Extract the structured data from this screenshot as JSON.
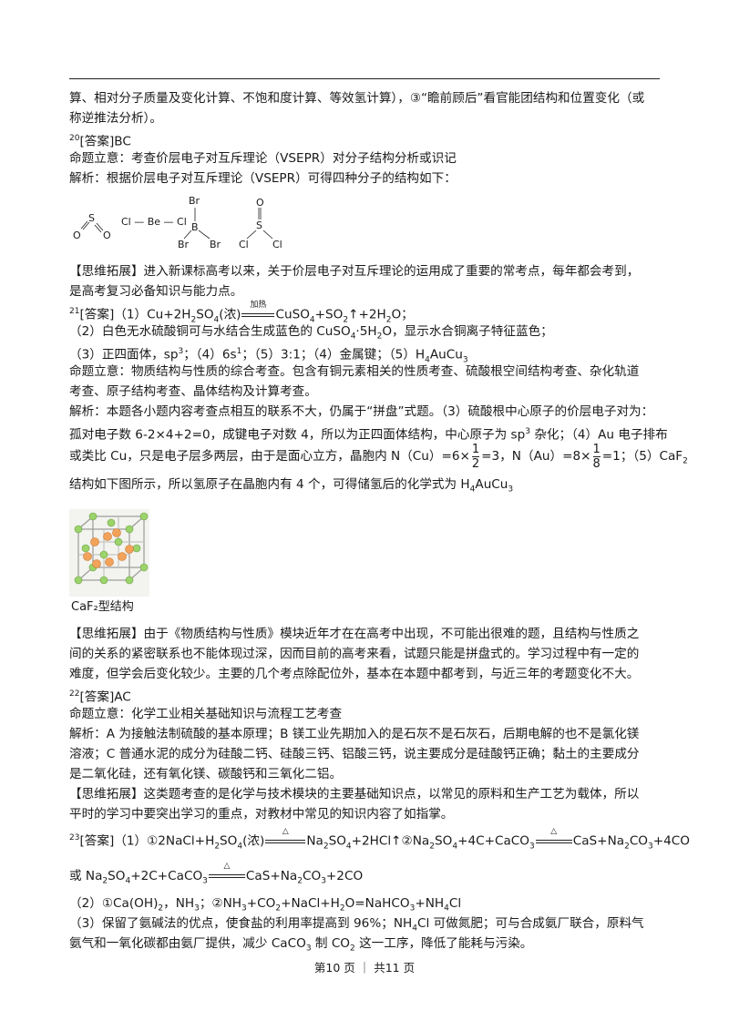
{
  "lines": {
    "l1": "算、相对分子质量及变化计算、不饱和度计算、等效氢计算），③“瞻前顾后”看官能团结构和位置变化（或",
    "l2": "称逆推法分析）。",
    "q20_num": "20",
    "q20_ans": "[答案]BC",
    "q20_intent": "命题立意：考查价层电子对互斥理论（VSEPR）对分子结构分析或识记",
    "q20_analysis": "解析：根据价层电子对互斥理论（VSEPR）可得四种分子的结构如下：",
    "q20_ext1": "【思维拓展】进入新课标高考以来，关于价层电子对互斥理论的运用成了重要的常考点，每年都会考到，",
    "q20_ext2": "是高考复习必备知识与能力点。",
    "q21_num": "21",
    "q21_ans_a": "[答案]（1）Cu+2H",
    "q21_ans_b": "SO",
    "q21_ans_c": "(浓)",
    "q21_heat": "加热",
    "q21_ans_d": "CuSO",
    "q21_ans_e": "+SO",
    "q21_ans_f": "↑+2H",
    "q21_ans_g": "O；",
    "q21_2a": "（2）白色无水硫酸铜可与水结合生成蓝色的 CuSO",
    "q21_2b": "·5H",
    "q21_2c": "O，显示水合铜离子特征蓝色；",
    "q21_3a": "（3）正四面体，sp",
    "q21_3b": "；（4）6s",
    "q21_3c": "；（5）3:1；（4）金属键；（5）H",
    "q21_3d": "AuCu",
    "q21_intent1": "命题立意：物质结构与性质的综合考查。包含有铜元素相关的性质考查、硫酸根空间结构考查、杂化轨道",
    "q21_intent2": "考查、原子结构考查、晶体结构及计算考查。",
    "q21_an1": "解析：本题各小题内容考查点相互的联系不大，仍属于“拼盘”式题。（3）硫酸根中心原子的价层电子对为：",
    "q21_an2a": "孤对电子数 6-2×4+2=0，成键电子对数 4，所以为正四面体结构，中心原子为 sp",
    "q21_an2b": " 杂化；（4）Au 电子排布",
    "q21_an3a": "或类比 Cu，只是电子层多两层，由于是面心立方，晶胞内 N（Cu）=6×",
    "q21_an3b": "=3，N（Au）=8×",
    "q21_an3c": "=1；（5）CaF",
    "q21_an4a": "结构如下图所示，所以氢原子在晶胞内有 4 个，可得储氢后的化学式为 H",
    "q21_an4b": "AuCu",
    "q21_ext1": "【思维拓展】由于《物质结构与性质》模块近年才在在高考中出现，不可能出很难的题，且结构与性质之",
    "q21_ext2": "间的关系的紧密联系也不能体现过深，因而目前的高考来看，试题只能是拼盘式的。学习过程中有一定的",
    "q21_ext3": "难度，但学会后变化较少。主要的几个考点除配位外，基本在本题中都考到，与近三年的考题变化不大。",
    "q22_num": "22",
    "q22_ans": "[答案]AC",
    "q22_intent": "命题立意：化学工业相关基础知识与流程工艺考查",
    "q22_an1": "解析：A 为接触法制硫酸的基本原理；B 镁工业先期加入的是石灰不是石灰石，后期电解的也不是氯化镁",
    "q22_an2": "溶液；C 普通水泥的成分为硅酸二钙、硅酸三钙、铝酸三钙，说主要成分是硅酸钙正确；黏土的主要成分",
    "q22_an3": "是二氧化硅，还有氧化镁、碳酸钙和三氧化二铝。",
    "q22_ext1": "【思维拓展】这类题考查的是化学与技术模块的主要基础知识点，以常见的原料和生产工艺为载体，所以",
    "q22_ext2": "平时的学习中要突出学习的重点，对教材中常见的知识内容了如指掌。",
    "q23_num": "23",
    "q23_a1": "[答案]（1）①2NaCl+H",
    "q23_a2": "SO",
    "q23_a3": "(浓)",
    "q23_a4": "Na",
    "q23_a5": "SO",
    "q23_a6": "+2HCl↑②Na",
    "q23_a7": "SO",
    "q23_a8": "+4C+CaCO",
    "q23_a9": "CaS+Na",
    "q23_a10": "CO",
    "q23_a11": "+4CO",
    "q23_b1": "或 Na",
    "q23_b2": "SO",
    "q23_b3": "+2C+CaCO",
    "q23_b4": "CaS+Na",
    "q23_b5": "CO",
    "q23_b6": "+2CO",
    "q23_c1": "（2）①Ca(OH)",
    "q23_c2": "，NH",
    "q23_c3": "；②NH",
    "q23_c4": "+CO",
    "q23_c5": "+NaCl+H",
    "q23_c6": "O=NaHCO",
    "q23_c7": "+NH",
    "q23_c8": "Cl",
    "q23_d1": "（3）保留了氨碱法的优点，使食盐的利用率提高到 96%；NH",
    "q23_d2": "Cl 可做氮肥；可与合成氨厂联合，原料气",
    "q23_d3": "氨气和一氧化碳都由氨厂提供，减少 CaCO",
    "q23_d4": " 制 CO",
    "q23_d5": " 这一工序，降低了能耗与污染。",
    "delta": "△",
    "frac1_num": "1",
    "frac1_den": "2",
    "frac2_num": "1",
    "frac2_den": "8",
    "n2": "2",
    "n3": "3",
    "n4": "4",
    "n1": "1"
  },
  "molecules": {
    "so2_s": "S",
    "so2_o1": "O",
    "so2_o2": "O",
    "becl2": "Cl — Be — Cl",
    "bbr3_b": "B",
    "bbr3_br_top": "Br",
    "bbr3_br_left": "Br",
    "bbr3_br_right": "Br",
    "socl2_o": "O",
    "socl2_s": "S",
    "socl2_cl1": "Cl",
    "socl2_cl2": "Cl"
  },
  "figure": {
    "caption": "CaF₂型结构"
  },
  "footer": {
    "text": "第10 页 ｜ 共11 页"
  }
}
